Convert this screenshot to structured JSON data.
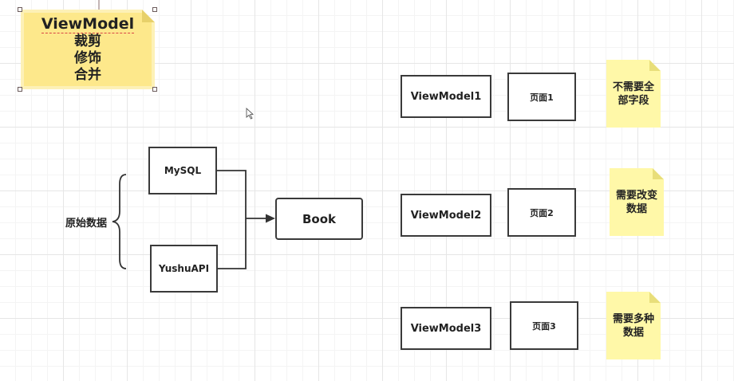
{
  "viewmodel_note": {
    "title": "ViewModel",
    "lines": [
      "裁剪",
      "修饰",
      "合并"
    ]
  },
  "sources": {
    "group_label": "原始数据",
    "mysql": "MySQL",
    "yushuapi": "YushuAPI"
  },
  "book": "Book",
  "rows": [
    {
      "viewmodel": "ViewModel1",
      "page": "页面1",
      "note": [
        "不需要全",
        "部字段"
      ]
    },
    {
      "viewmodel": "ViewModel2",
      "page": "页面2",
      "note": [
        "需要改变",
        "数据"
      ]
    },
    {
      "viewmodel": "ViewModel3",
      "page": "页面3",
      "note": [
        "需要多种",
        "数据"
      ]
    }
  ],
  "colors": {
    "note_yellow": "#fff8a8",
    "main_note_yellow": "#fde88b",
    "border": "#3a3a3a"
  }
}
